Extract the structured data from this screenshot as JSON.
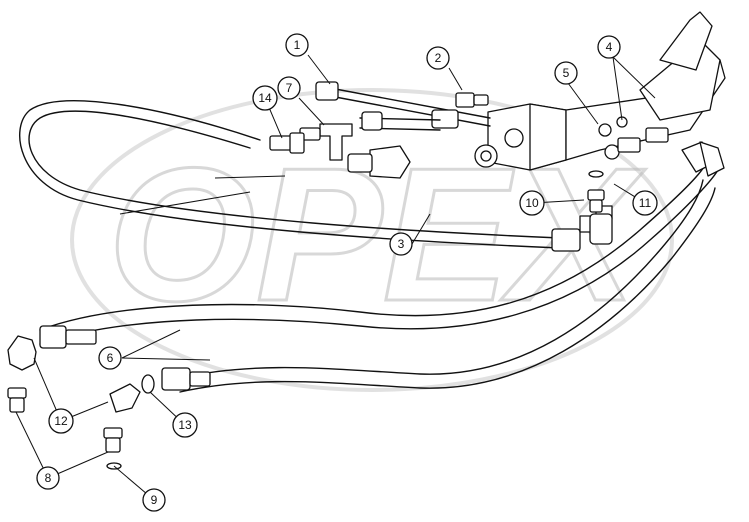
{
  "watermark": {
    "text": "OPEX"
  },
  "callouts": [
    {
      "id": "c1",
      "label": "1"
    },
    {
      "id": "c2",
      "label": "2"
    },
    {
      "id": "c3",
      "label": "3"
    },
    {
      "id": "c4",
      "label": "4"
    },
    {
      "id": "c5",
      "label": "5"
    },
    {
      "id": "c6",
      "label": "6"
    },
    {
      "id": "c7",
      "label": "7"
    },
    {
      "id": "c8",
      "label": "8"
    },
    {
      "id": "c9",
      "label": "9"
    },
    {
      "id": "c10",
      "label": "10"
    },
    {
      "id": "c11",
      "label": "11"
    },
    {
      "id": "c12",
      "label": "12"
    },
    {
      "id": "c13",
      "label": "13"
    },
    {
      "id": "c14",
      "label": "14"
    }
  ]
}
